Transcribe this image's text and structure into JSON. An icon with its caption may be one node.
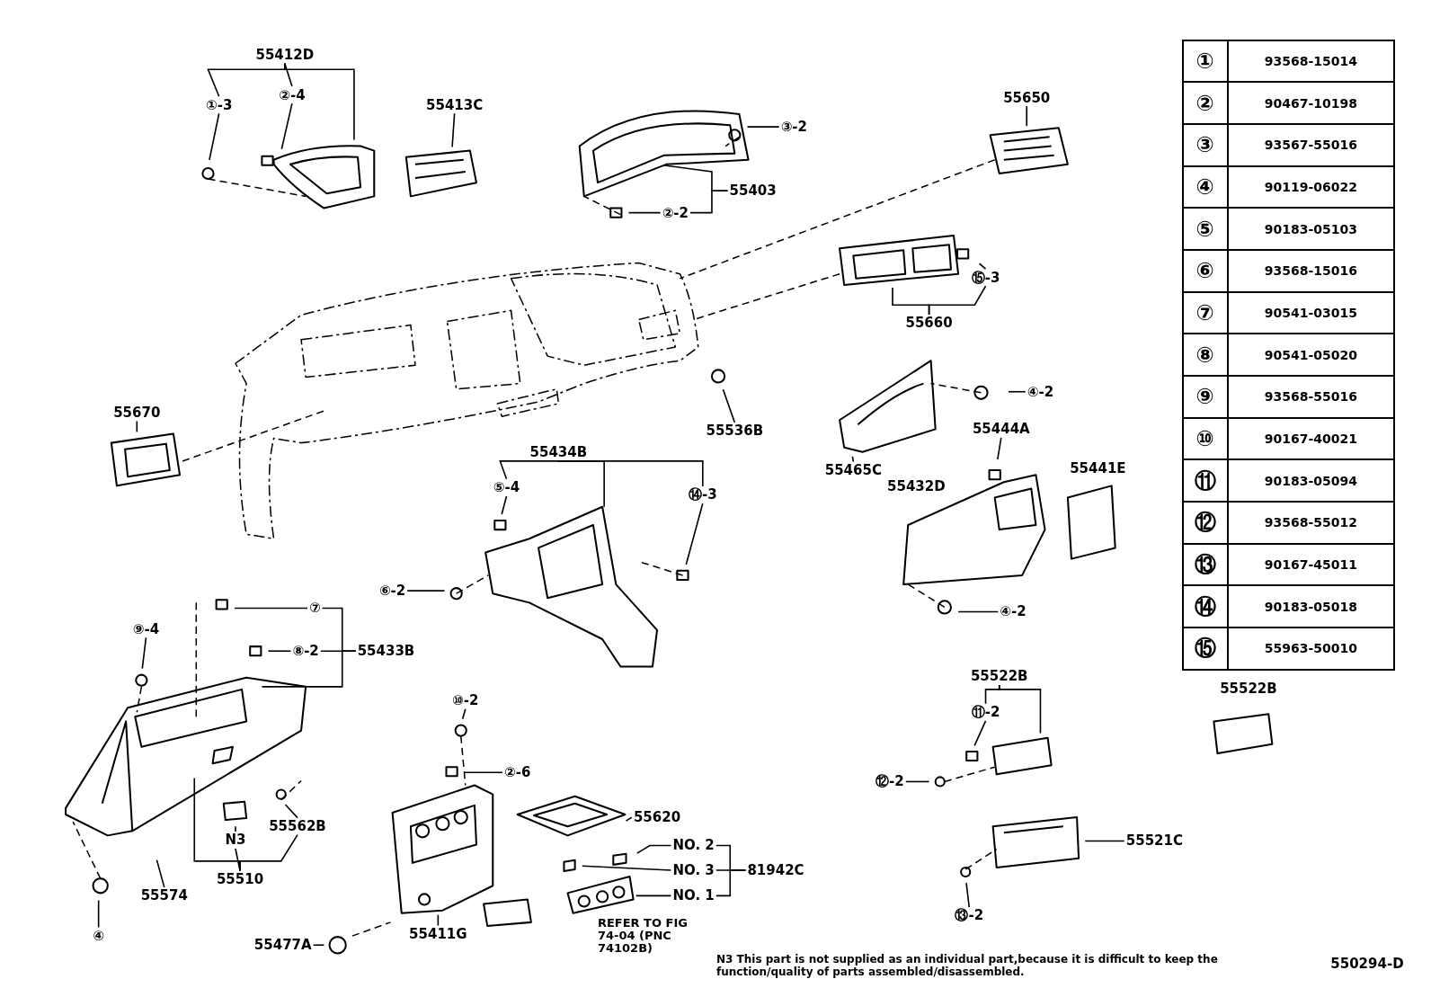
{
  "diagram": {
    "nodes": [
      {
        "text": [
          "55412D"
        ]
      },
      {
        "text": [
          "①-3"
        ]
      },
      {
        "text": [
          "②-4"
        ]
      },
      {
        "text": [
          "55413C"
        ]
      },
      {
        "text": [
          "③-2"
        ]
      },
      {
        "text": [
          "55403"
        ]
      },
      {
        "text": [
          "②-2"
        ]
      },
      {
        "text": [
          "55650"
        ]
      },
      {
        "text": [
          "⑮-3"
        ]
      },
      {
        "text": [
          "55660"
        ]
      },
      {
        "text": [
          "55670"
        ]
      },
      {
        "text": [
          "55536B"
        ]
      },
      {
        "text": [
          "④-2"
        ]
      },
      {
        "text": [
          "55465C"
        ]
      },
      {
        "text": [
          "55444A"
        ]
      },
      {
        "text": [
          "④-2"
        ]
      },
      {
        "text": [
          "55434B"
        ]
      },
      {
        "text": [
          "⑤-4"
        ]
      },
      {
        "text": [
          "⑭-3"
        ]
      },
      {
        "text": [
          "⑥-2"
        ]
      },
      {
        "text": [
          "⑦"
        ]
      },
      {
        "text": [
          "⑧-2"
        ]
      },
      {
        "text": [
          "55433B"
        ]
      },
      {
        "text": [
          "⑨-4"
        ]
      },
      {
        "text": [
          "55562B"
        ]
      },
      {
        "text": [
          "N3"
        ]
      },
      {
        "text": [
          "55574"
        ]
      },
      {
        "text": [
          "55510"
        ]
      },
      {
        "text": [
          "④"
        ]
      },
      {
        "text": [
          "⑩-2"
        ]
      },
      {
        "text": [
          "②-6"
        ]
      },
      {
        "text": [
          "55620"
        ]
      },
      {
        "text": [
          "NO. 2"
        ]
      },
      {
        "text": [
          "NO. 3"
        ]
      },
      {
        "text": [
          "81942C"
        ]
      },
      {
        "text": [
          "NO. 1"
        ]
      },
      {
        "text": [
          "55411G"
        ]
      },
      {
        "text": [
          "55477A"
        ]
      },
      {
        "text": [
          "55522B"
        ]
      },
      {
        "text": [
          "⑪-2"
        ]
      },
      {
        "text": [
          "⑫-2"
        ]
      },
      {
        "text": [
          "55521C"
        ]
      },
      {
        "text": [
          "⑬-2"
        ]
      }
    ],
    "edges": [
      {
        "from": 0,
        "to": 1,
        "arrow": "none"
      },
      {
        "from": 0,
        "to": 2,
        "arrow": "none"
      },
      {
        "from": 0,
        "to": null,
        "arrow": "none"
      },
      {
        "from": 1,
        "to": null,
        "arrow": "none"
      },
      {
        "from": 2,
        "to": null,
        "arrow": "none"
      },
      {
        "from": 3,
        "to": null,
        "arrow": "none"
      },
      {
        "from": 4,
        "to": null,
        "arrow": "none"
      },
      {
        "from": 6,
        "to": 5,
        "arrow": "none"
      },
      {
        "from": 5,
        "to": null,
        "arrow": "none"
      },
      {
        "from": 6,
        "to": null,
        "arrow": "none"
      },
      {
        "from": 7,
        "to": null,
        "arrow": "none"
      },
      {
        "from": 8,
        "to": null,
        "arrow": "none"
      },
      {
        "from": 9,
        "to": null,
        "arrow": "none"
      },
      {
        "from": 9,
        "to": 8,
        "arrow": "none"
      },
      {
        "from": 10,
        "to": null,
        "arrow": "none"
      },
      {
        "from": 11,
        "to": null,
        "arrow": "none"
      },
      {
        "from": 12,
        "to": null,
        "arrow": "none"
      },
      {
        "from": 13,
        "to": null,
        "arrow": "none"
      },
      {
        "from": 14,
        "to": null,
        "arrow": "none"
      },
      {
        "from": 15,
        "to": null,
        "arrow": "none"
      },
      {
        "from": 16,
        "to": 17,
        "arrow": "none"
      },
      {
        "from": 16,
        "to": 18,
        "arrow": "none"
      },
      {
        "from": 16,
        "to": null,
        "arrow": "none"
      },
      {
        "from": 17,
        "to": null,
        "arrow": "none"
      },
      {
        "from": 18,
        "to": null,
        "arrow": "none"
      },
      {
        "from": 19,
        "to": null,
        "arrow": "none"
      },
      {
        "from": 20,
        "to": null,
        "arrow": "none"
      },
      {
        "from": 20,
        "to": 22,
        "arrow": "none"
      },
      {
        "from": 21,
        "to": 22,
        "arrow": "none"
      },
      {
        "from": 21,
        "to": null,
        "arrow": "none"
      },
      {
        "from": 22,
        "to": null,
        "arrow": "none"
      },
      {
        "from": 23,
        "to": null,
        "arrow": "none"
      },
      {
        "from": 24,
        "to": null,
        "arrow": "none"
      },
      {
        "from": 27,
        "to": 24,
        "arrow": "none"
      },
      {
        "from": 27,
        "to": 25,
        "arrow": "none"
      },
      {
        "from": 27,
        "to": null,
        "arrow": "none"
      },
      {
        "from": 25,
        "to": null,
        "arrow": "none"
      },
      {
        "from": 26,
        "to": null,
        "arrow": "none"
      },
      {
        "from": 28,
        "to": null,
        "arrow": "none"
      },
      {
        "from": 29,
        "to": null,
        "arrow": "none"
      },
      {
        "from": 30,
        "to": null,
        "arrow": "none"
      },
      {
        "from": 31,
        "to": null,
        "arrow": "none"
      },
      {
        "from": 34,
        "to": 32,
        "arrow": "none"
      },
      {
        "from": 34,
        "to": 33,
        "arrow": "none"
      },
      {
        "from": 34,
        "to": 35,
        "arrow": "none"
      },
      {
        "from": 32,
        "to": null,
        "arrow": "none"
      },
      {
        "from": 33,
        "to": null,
        "arrow": "none"
      },
      {
        "from": 35,
        "to": null,
        "arrow": "none"
      },
      {
        "from": 36,
        "to": null,
        "arrow": "none"
      },
      {
        "from": 37,
        "to": null,
        "arrow": "none"
      },
      {
        "from": 38,
        "to": 39,
        "arrow": "none"
      },
      {
        "from": 38,
        "to": null,
        "arrow": "none"
      },
      {
        "from": 39,
        "to": null,
        "arrow": "none"
      },
      {
        "from": 40,
        "to": null,
        "arrow": "none"
      },
      {
        "from": 41,
        "to": null,
        "arrow": "none"
      },
      {
        "from": 42,
        "to": null,
        "arrow": "none"
      }
    ],
    "labels": [
      "①",
      "93568-15014",
      "②",
      "90467-10198",
      "③",
      "93567-55016",
      "④",
      "90119-06022",
      "⑤",
      "90183-05103",
      "⑥",
      "93568-15016",
      "⑦",
      "90541-03015",
      "⑧",
      "90541-05020",
      "⑨",
      "93568-55016",
      "⑩",
      "90167-40021",
      "⑪",
      "90183-05094",
      "⑫",
      "93568-55012",
      "⑬",
      "90167-45011",
      "⑭",
      "90183-05018",
      "⑮",
      "55963-50010",
      "55441E",
      "55432D",
      "55522B",
      "REFER TO FIG 74-04 (PNC 74102B)",
      "N3 This part is not supplied as an individual part,because it is difficult to keep the function/quality of parts assembled/disassembled.",
      "550294-D"
    ]
  }
}
